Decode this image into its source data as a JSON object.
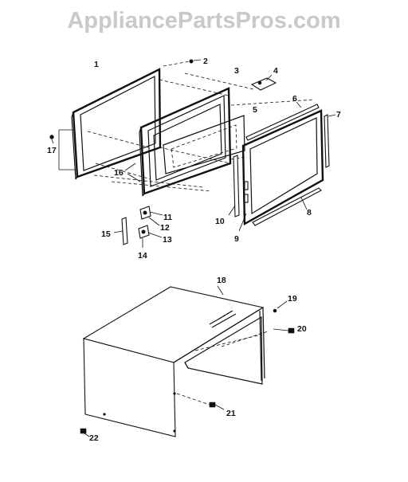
{
  "watermark": "AppliancePartsPros.com",
  "callouts": [
    "1",
    "2",
    "3",
    "4",
    "5",
    "6",
    "7",
    "8",
    "9",
    "10",
    "11",
    "12",
    "13",
    "14",
    "15",
    "16",
    "17",
    "18",
    "19",
    "20",
    "21",
    "22"
  ],
  "colors": {
    "watermark": "#c9c9c9",
    "ink": "#111111",
    "background": "#ffffff"
  }
}
